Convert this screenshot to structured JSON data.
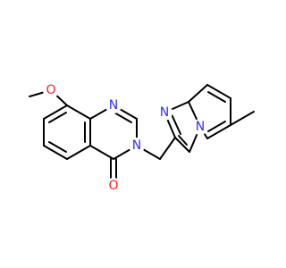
{
  "colors": {
    "background": "#ffffff",
    "bond": "#000000",
    "carbon_label": "#000000",
    "nitrogen": "#3030ff",
    "oxygen": "#ff2020"
  },
  "atoms": {
    "o_methoxy": "O",
    "n1_quinazoline": "N",
    "n3_quinazoline": "N",
    "o_carbonyl": "O",
    "n_imidazole": "N",
    "n_bridgehead": "N"
  }
}
